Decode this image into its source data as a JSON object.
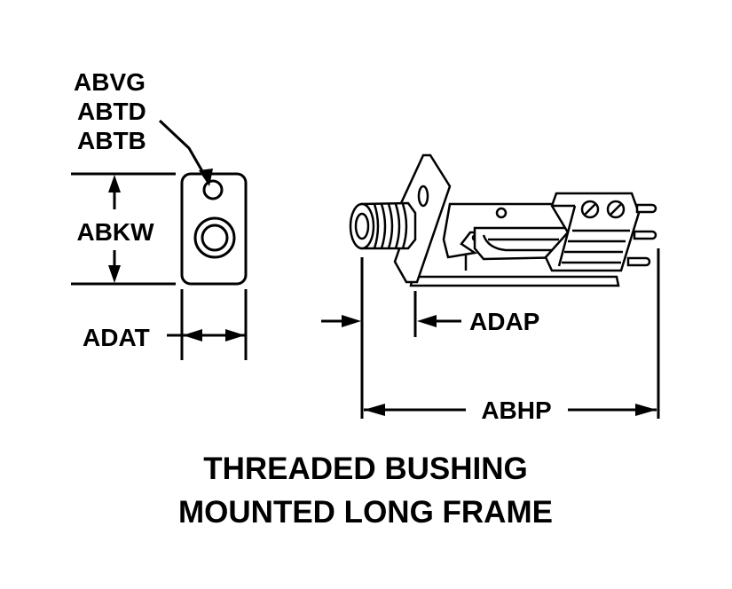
{
  "labels": {
    "hole_labels": [
      "ABVG",
      "ABTD",
      "ABTB"
    ],
    "height": "ABKW",
    "thickness": "ADAT",
    "mount_offset": "ADAP",
    "overall_length": "ABHP"
  },
  "title": {
    "line1": "THREADED BUSHING",
    "line2": "MOUNTED LONG FRAME"
  }
}
